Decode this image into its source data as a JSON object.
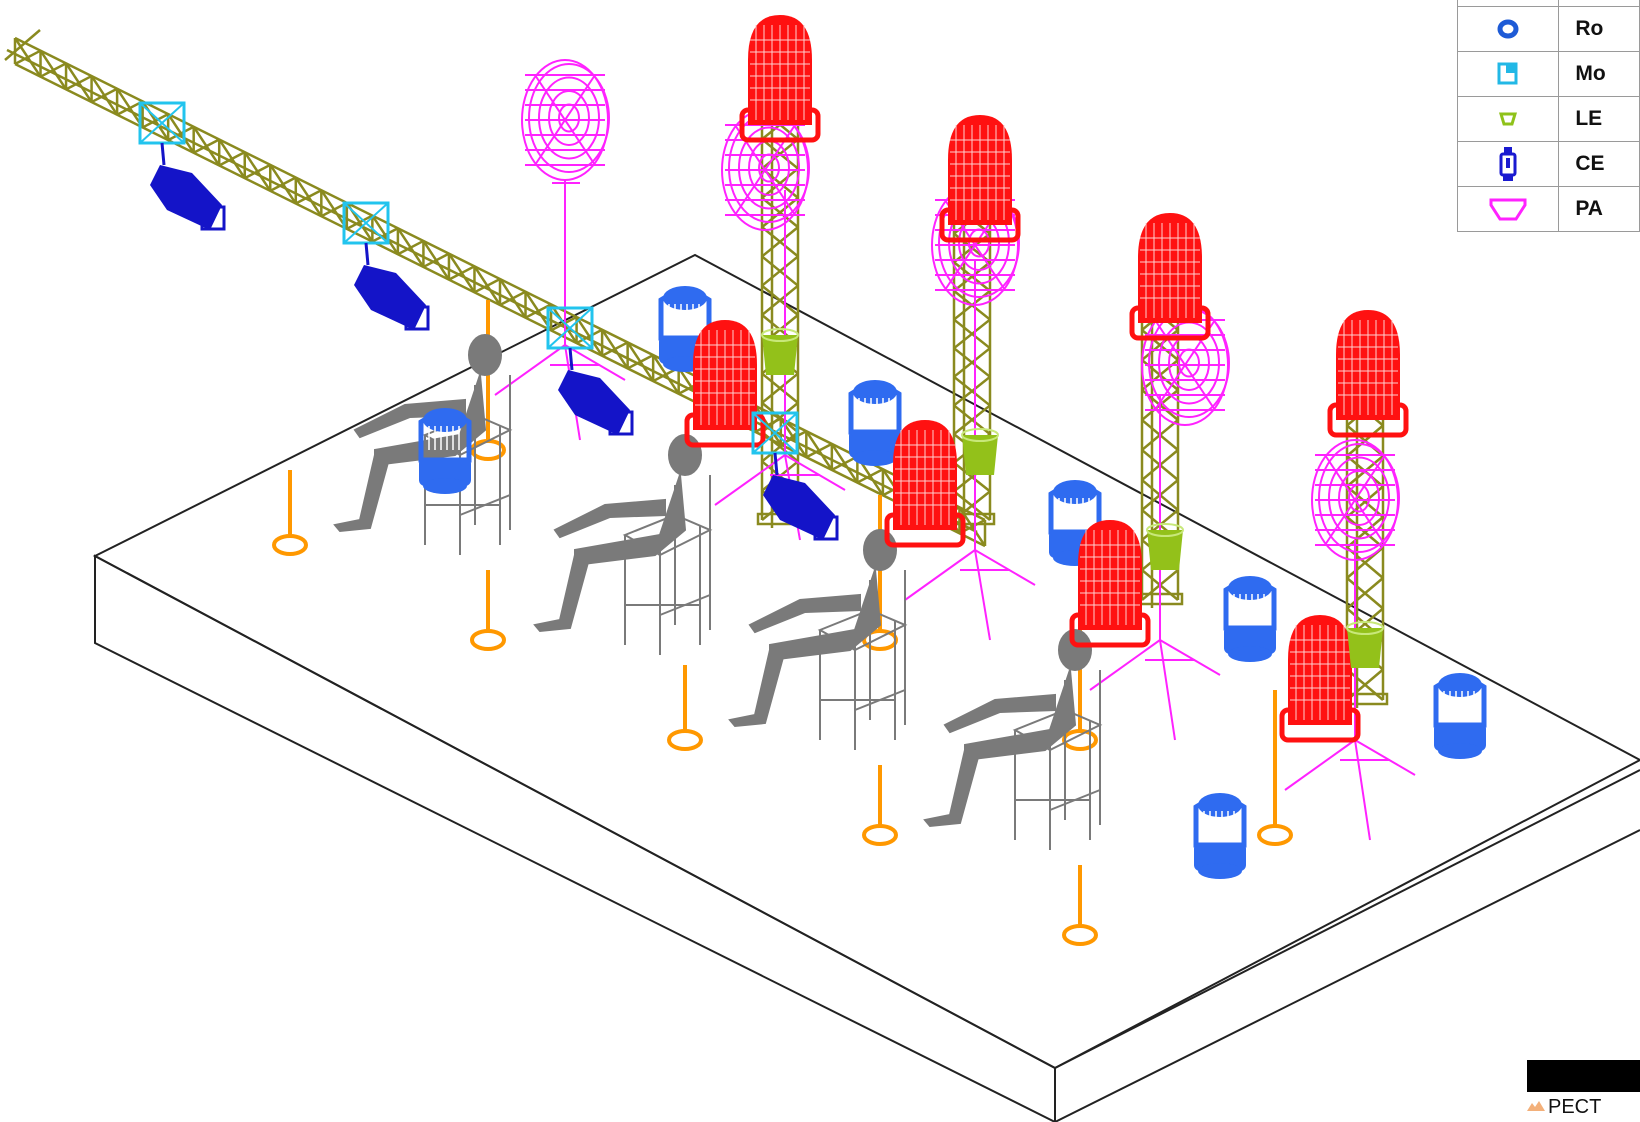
{
  "legend": {
    "items": [
      {
        "label": "Ro",
        "icon": "rotating-head-icon",
        "color": "#1e5bd6"
      },
      {
        "label": "Mo",
        "icon": "module-icon",
        "color": "#22b8e6"
      },
      {
        "label": "LE",
        "icon": "led-icon",
        "color": "#8fc21a"
      },
      {
        "label": "CE",
        "icon": "ceiling-spot-icon",
        "color": "#1a1ad0"
      },
      {
        "label": "PA",
        "icon": "par-icon",
        "color": "#ff22ff"
      }
    ]
  },
  "footer": {
    "text": "PECT"
  },
  "colors": {
    "truss": "#8a8a1f",
    "red_head": "#ff1111",
    "magenta": "#ff22ff",
    "blue_head": "#2f6bf0",
    "spot_blue": "#1414c8",
    "cyan": "#22c4ee",
    "orange": "#ff9800",
    "led_green": "#93c11a",
    "chair": "#7a7a7a"
  }
}
